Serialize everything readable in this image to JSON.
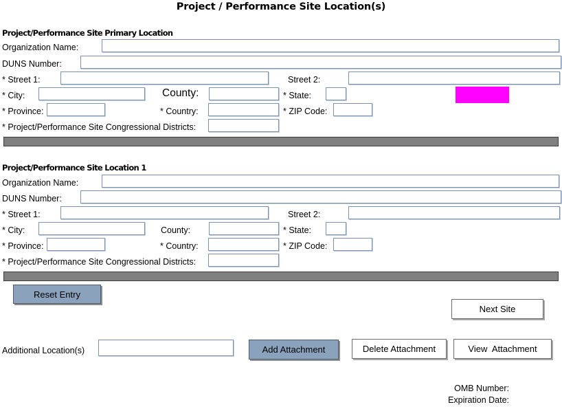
{
  "page": {
    "title": "Project / Performance Site Location(s)"
  },
  "primary_section": {
    "header": "Project/Performance Site Primary Location",
    "fields": {
      "organization_name": {
        "label": "Organization Name:",
        "value": ""
      },
      "duns_number": {
        "label": "DUNS Number:",
        "value": ""
      },
      "street1": {
        "label": "* Street 1:",
        "value": ""
      },
      "street2": {
        "label": "Street 2:",
        "value": ""
      },
      "city": {
        "label": "* City:",
        "value": ""
      },
      "county": {
        "label": "County:",
        "value": ""
      },
      "state": {
        "label": "* State:",
        "value": ""
      },
      "province": {
        "label": "* Province:",
        "value": ""
      },
      "country": {
        "label": "* Country:",
        "value": ""
      },
      "zip_code": {
        "label": "* ZIP Code:",
        "value": ""
      },
      "congressional_districts": {
        "label": "* Project/Performance Site Congressional Districts:",
        "value": ""
      }
    },
    "state_highlight_color": "#ff00ff"
  },
  "location1_section": {
    "header": "Project/Performance Site Location 1",
    "fields": {
      "organization_name": {
        "label": "Organization Name:",
        "value": ""
      },
      "duns_number": {
        "label": "DUNS Number:",
        "value": ""
      },
      "street1": {
        "label": "* Street 1:",
        "value": ""
      },
      "street2": {
        "label": "Street 2:",
        "value": ""
      },
      "city": {
        "label": "* City:",
        "value": ""
      },
      "county": {
        "label": "County:",
        "value": ""
      },
      "state": {
        "label": "* State:",
        "value": ""
      },
      "province": {
        "label": "* Province:",
        "value": ""
      },
      "country": {
        "label": "* Country:",
        "value": ""
      },
      "zip_code": {
        "label": "* ZIP Code:",
        "value": ""
      },
      "congressional_districts": {
        "label": "* Project/Performance Site Congressional Districts:",
        "value": ""
      }
    }
  },
  "controls": {
    "reset_entry": "Reset Entry",
    "next_site": "Next Site",
    "additional_locations_label": "Additional Location(s)",
    "additional_locations_value": "",
    "add_attachment": "Add Attachment",
    "delete_attachment": "Delete Attachment",
    "view_attachment": "View  Attachment"
  },
  "footer": {
    "omb_number": "OMB Number:",
    "expiration_date": "Expiration Date:"
  }
}
